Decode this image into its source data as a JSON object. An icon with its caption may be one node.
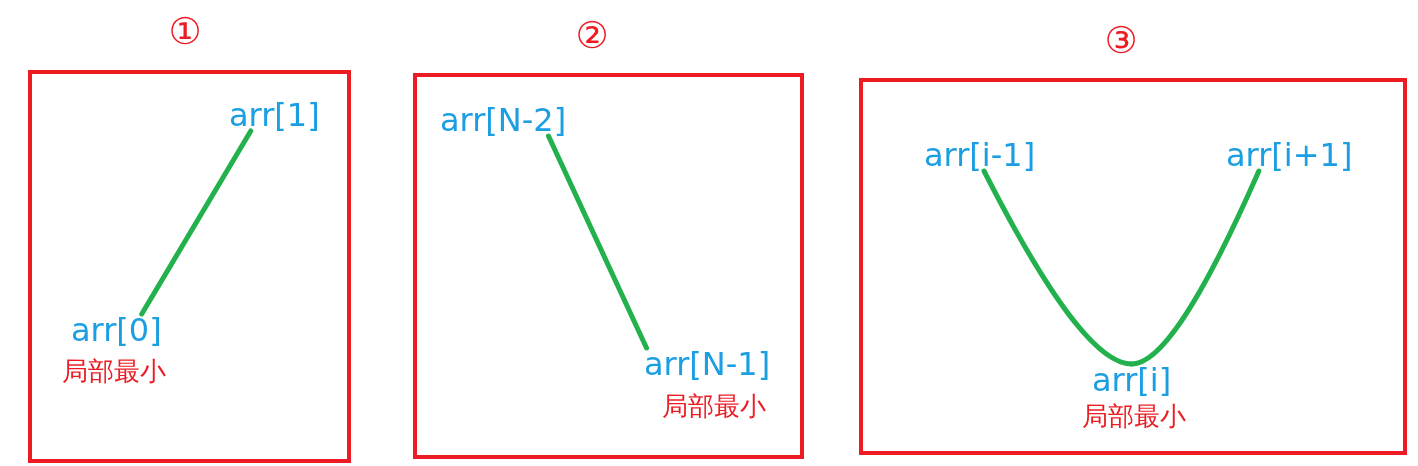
{
  "diagram": {
    "nodes": [
      {
        "text": [
          "①"
        ]
      },
      {
        "text": [
          "arr[1]"
        ],
        "in": 0
      },
      {
        "text": [
          "arr[0]"
        ],
        "in": 0,
        "beside": [
          "局部最小"
        ]
      },
      {
        "text": [
          "②"
        ]
      },
      {
        "text": [
          "arr[N-2]"
        ],
        "in": 3
      },
      {
        "text": [
          "arr[N-1]"
        ],
        "in": 3,
        "beside": [
          "局部最小"
        ]
      },
      {
        "text": [
          "③"
        ]
      },
      {
        "text": [
          "arr[i-1]"
        ],
        "in": 6
      },
      {
        "text": [
          "arr[i+1]"
        ],
        "in": 6
      },
      {
        "text": [
          "arr[i]"
        ],
        "in": 6,
        "beside": [
          "局部最小"
        ]
      }
    ],
    "edges": [
      {
        "from": 1,
        "to": 2,
        "arrow": "none"
      },
      {
        "from": 4,
        "to": 5,
        "arrow": "none"
      },
      {
        "from": 7,
        "to": 9,
        "arrow": "none"
      },
      {
        "from": 9,
        "to": 8,
        "arrow": "none"
      }
    ]
  }
}
